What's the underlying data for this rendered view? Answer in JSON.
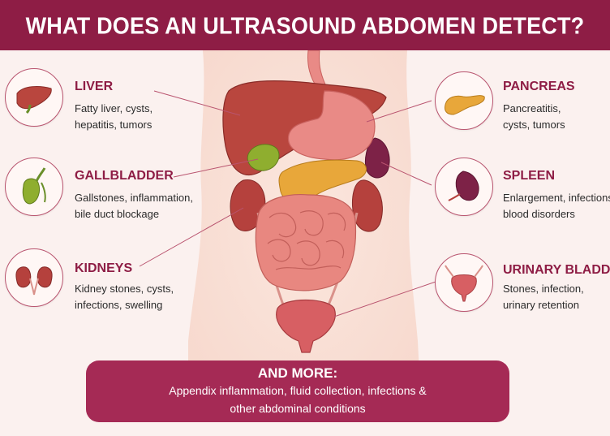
{
  "header": {
    "title": "WHAT DOES AN ULTRASOUND ABDOMEN DETECT?"
  },
  "organs": {
    "liver": {
      "title": "LIVER",
      "desc1": "Fatty liver, cysts,",
      "desc2": "hepatitis, tumors",
      "icon": "liver-icon"
    },
    "gallbladder": {
      "title": "GALLBLADDER",
      "desc1": "Gallstones, inflammation,",
      "desc2": "bile duct blockage",
      "icon": "gallbladder-icon"
    },
    "kidneys": {
      "title": "KIDNEYS",
      "desc1": "Kidney stones, cysts,",
      "desc2": "infections, swelling",
      "icon": "kidneys-icon"
    },
    "pancreas": {
      "title": "PANCREAS",
      "desc1": "Pancreatitis,",
      "desc2": "cysts, tumors",
      "icon": "pancreas-icon"
    },
    "spleen": {
      "title": "SPLEEN",
      "desc1": "Enlargement, infections,",
      "desc2": "blood disorders",
      "icon": "spleen-icon"
    },
    "bladder": {
      "title": "URINARY BLADDER",
      "desc1": "Stones, infection,",
      "desc2": "urinary retention",
      "icon": "bladder-icon"
    }
  },
  "more": {
    "title": "AND MORE:",
    "line1": "Appendix inflammation, fluid collection, infections &",
    "line2": "other abdominal conditions"
  },
  "colors": {
    "brand": "#8e1d45",
    "banner": "#a52a55",
    "background": "#fbf1ef",
    "liver": "#b9463e",
    "stomach": "#e98a86",
    "gallbladder": "#8fae2f",
    "pancreas": "#e8a73a",
    "spleen": "#7d2247",
    "kidney": "#b5413d",
    "intestine": "#e88780",
    "bladder": "#d75f63"
  }
}
